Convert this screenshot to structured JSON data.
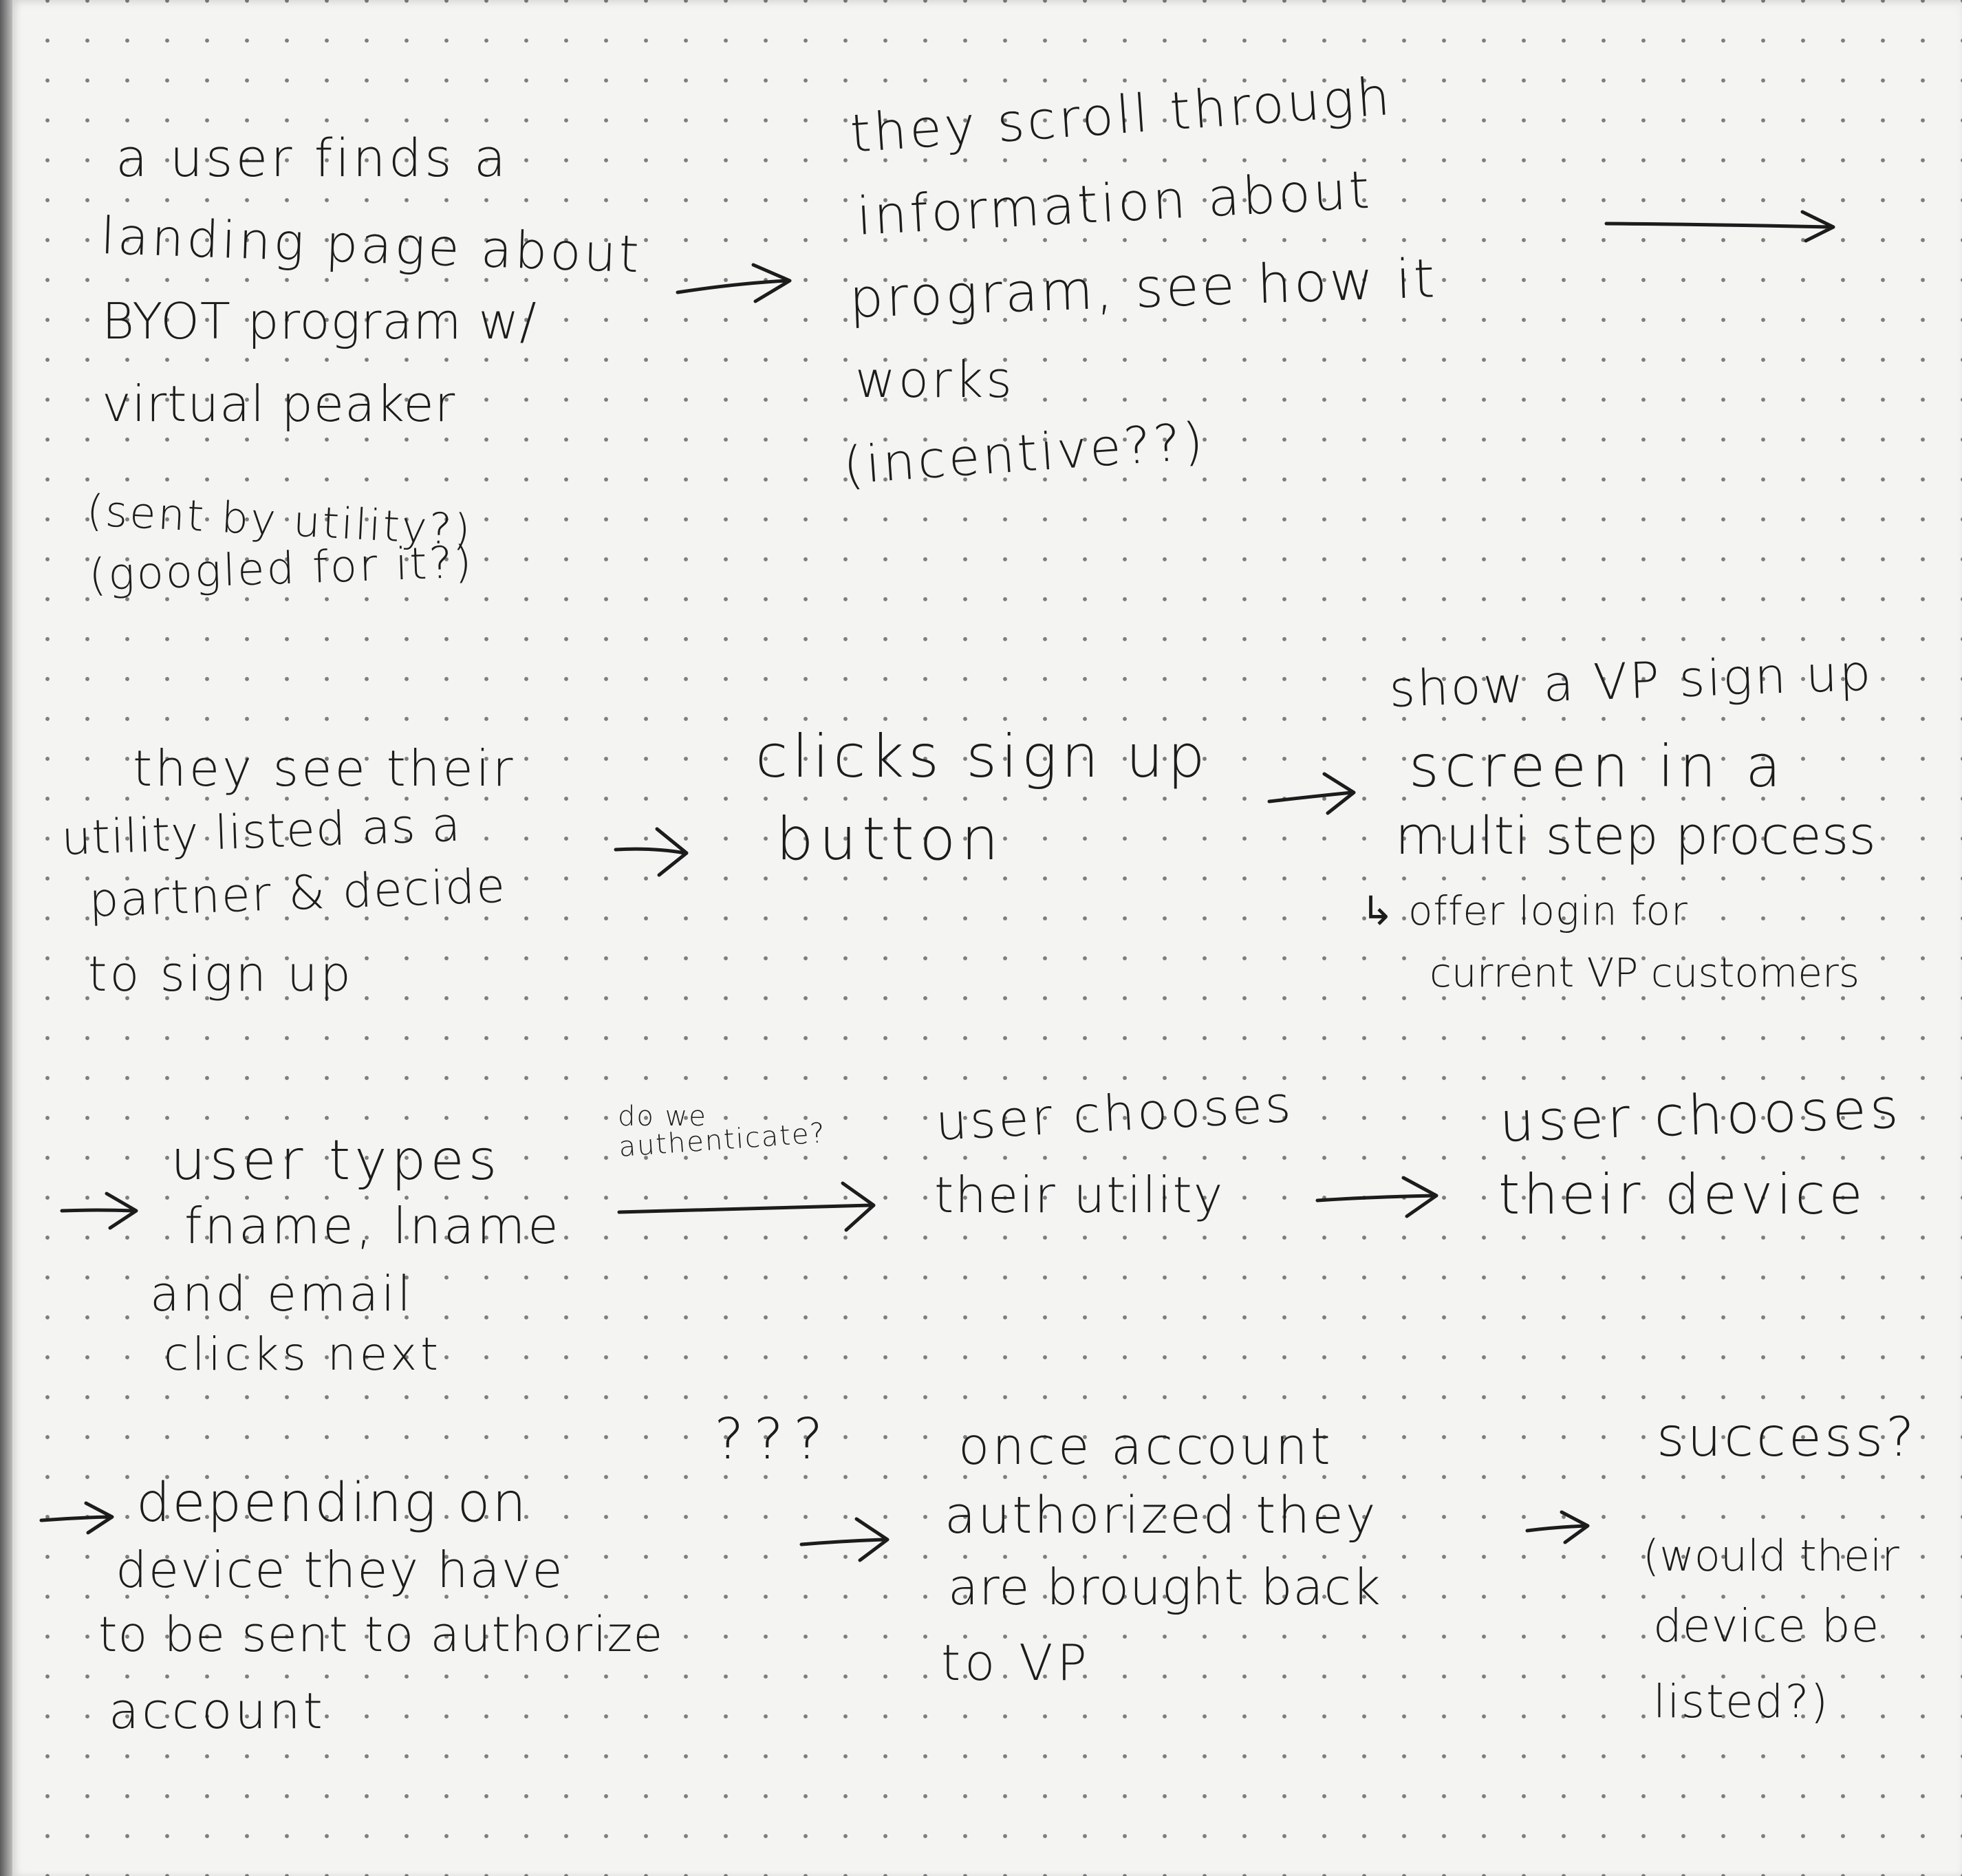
{
  "notes": {
    "n1": [
      "a user finds a",
      "landing page about",
      "BYOT program w/",
      "virtual peaker",
      "(sent by utility?)",
      "(googled for it?)"
    ],
    "n2": [
      "they scroll through",
      "information about",
      "program, see how it",
      "works",
      "(incentive??)"
    ],
    "n3": [
      "they see their",
      "utility listed as a",
      "partner & decide",
      "to sign up"
    ],
    "n4": [
      "clicks sign up",
      "button"
    ],
    "n5": [
      "show a VP sign up",
      "screen in a",
      "multi step process",
      "↳ offer login for",
      "current VP customers"
    ],
    "n6": [
      "user types",
      "fname, lname",
      "and email",
      "clicks next"
    ],
    "n6a": [
      "do we",
      "authenticate?"
    ],
    "n7": [
      "user chooses",
      "their utility"
    ],
    "n8": [
      "user chooses",
      "their device"
    ],
    "n9": [
      "depending on",
      "device they have",
      "to be sent to authorize",
      "account"
    ],
    "n9a": [
      "???"
    ],
    "n10": [
      "once account",
      "authorized they",
      "are brought back",
      "to VP"
    ],
    "n11": [
      "success?",
      "(would their",
      "device be",
      "listed?)"
    ]
  }
}
